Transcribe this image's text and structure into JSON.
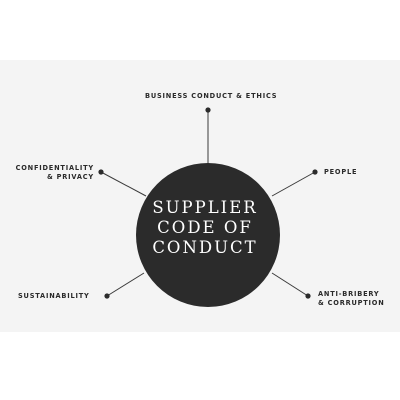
{
  "center": {
    "line1": "SUPPLIER",
    "line2": "CODE OF",
    "line3": "CONDUCT"
  },
  "nodes": {
    "business": {
      "line1": "BUSINESS CONDUCT & ETHICS"
    },
    "confidentiality": {
      "line1": "CONFIDENTIALITY",
      "line2": "& PRIVACY"
    },
    "people": {
      "line1": "PEOPLE"
    },
    "sustainability": {
      "line1": "SUSTAINABILITY"
    },
    "antibribery": {
      "line1": "ANTI-BRIBERY",
      "line2": "& CORRUPTION"
    }
  },
  "colors": {
    "circle": "#2b2b2b",
    "panel": "#f4f4f4",
    "line": "#3a3a3a",
    "text": "#2a2a2a"
  }
}
